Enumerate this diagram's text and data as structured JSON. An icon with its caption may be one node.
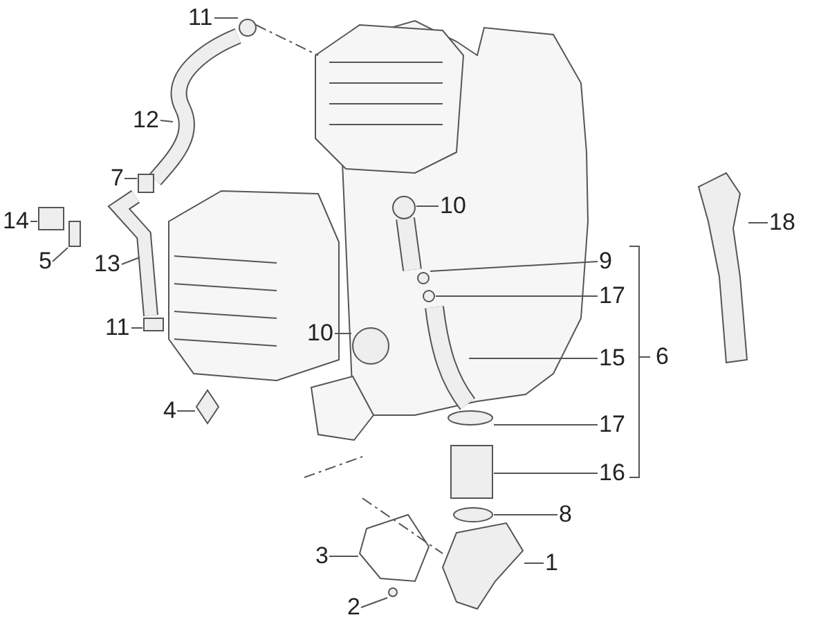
{
  "diagram": {
    "nodes": [
      {
        "text": [
          "11"
        ]
      },
      {
        "text": [
          "12"
        ]
      },
      {
        "text": [
          "7"
        ]
      },
      {
        "text": [
          "10"
        ]
      },
      {
        "text": [
          "18"
        ]
      },
      {
        "text": [
          "14"
        ]
      },
      {
        "text": [
          "5"
        ]
      },
      {
        "text": [
          "13"
        ]
      },
      {
        "text": [
          "9"
        ]
      },
      {
        "text": [
          "17"
        ]
      },
      {
        "text": [
          "11"
        ]
      },
      {
        "text": [
          "10"
        ]
      },
      {
        "text": [
          "15"
        ]
      },
      {
        "text": [
          "4"
        ]
      },
      {
        "text": [
          "17"
        ]
      },
      {
        "text": [
          "16"
        ]
      },
      {
        "text": [
          "8"
        ]
      },
      {
        "text": [
          "3"
        ]
      },
      {
        "text": [
          "1"
        ]
      },
      {
        "text": [
          "2"
        ]
      },
      {
        "text": [],
        "shape": "circle"
      },
      {
        "text": [],
        "shape": "picture"
      },
      {
        "text": [],
        "shape": "box"
      },
      {
        "text": [],
        "shape": "picture"
      },
      {
        "text": [],
        "shape": "picture"
      },
      {
        "text": [],
        "shape": "box"
      },
      {
        "text": [],
        "shape": "box"
      },
      {
        "text": [],
        "shape": "picture"
      },
      {
        "text": [],
        "shape": "circle"
      },
      {
        "text": [],
        "shape": "circle"
      },
      {
        "text": [],
        "shape": "box"
      },
      {
        "text": [],
        "shape": "circle"
      },
      {
        "text": [],
        "shape": "picture"
      },
      {
        "text": [],
        "shape": "diamond"
      },
      {
        "text": [],
        "shape": "circle"
      },
      {
        "text": [],
        "shape": "box"
      },
      {
        "text": [],
        "shape": "circle"
      },
      {
        "text": [],
        "shape": "picture"
      },
      {
        "text": [],
        "shape": "picture"
      },
      {
        "text": [],
        "shape": "circle"
      }
    ],
    "edges": [
      {
        "from": 0,
        "to": 20,
        "arrow": "none"
      },
      {
        "from": 1,
        "to": 21,
        "arrow": "none"
      },
      {
        "from": 2,
        "to": 22,
        "arrow": "none"
      },
      {
        "from": 3,
        "to": 23,
        "arrow": "none"
      },
      {
        "from": 4,
        "to": 24,
        "arrow": "none"
      },
      {
        "from": 5,
        "to": 25,
        "arrow": "none"
      },
      {
        "from": 6,
        "to": 26,
        "arrow": "none"
      },
      {
        "from": 7,
        "to": 27,
        "arrow": "none"
      },
      {
        "from": 8,
        "to": 28,
        "arrow": "none"
      },
      {
        "from": 9,
        "to": 29,
        "arrow": "none"
      },
      {
        "from": 10,
        "to": 30,
        "arrow": "none"
      },
      {
        "from": 11,
        "to": 31,
        "arrow": "none"
      },
      {
        "from": 12,
        "to": 32,
        "arrow": "none"
      },
      {
        "from": 13,
        "to": 33,
        "arrow": "none"
      },
      {
        "from": 14,
        "to": 34,
        "arrow": "none"
      },
      {
        "from": 15,
        "to": 35,
        "arrow": "none"
      },
      {
        "from": 16,
        "to": 36,
        "arrow": "none"
      },
      {
        "from": 17,
        "to": 37,
        "arrow": "none"
      },
      {
        "from": 18,
        "to": 38,
        "arrow": "none"
      },
      {
        "from": 19,
        "to": 39,
        "arrow": "none"
      }
    ],
    "labels": [
      "6"
    ]
  }
}
